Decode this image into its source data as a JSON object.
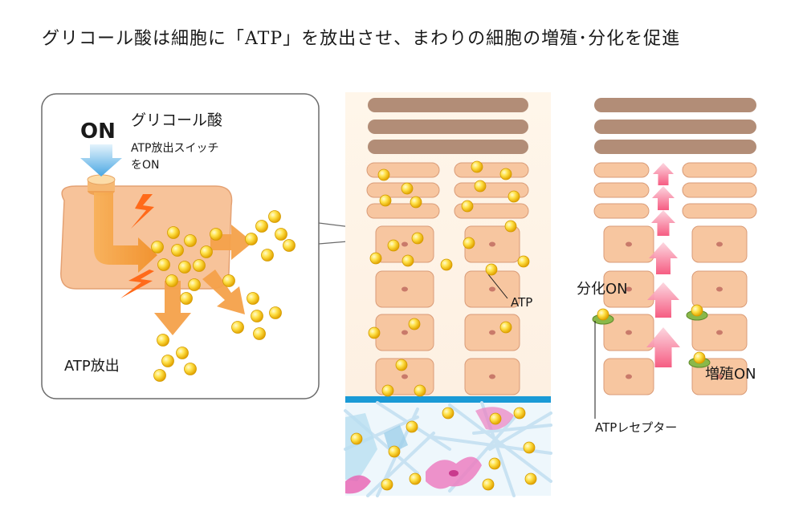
{
  "title": "グリコール酸は細胞に「ATP」を放出させ、まわりの細胞の増殖･分化を促進",
  "panel1": {
    "on_label": "ON",
    "agent": "グリコール酸",
    "switch_line1": "ATP放出スイッチ",
    "switch_line2": "をON",
    "release_label": "ATP放出"
  },
  "panel2": {
    "atp_label": "ATP"
  },
  "panel3": {
    "diff_label": "分化ON",
    "prolif_label": "増殖ON",
    "receptor_label": "ATPレセプター"
  },
  "colors": {
    "cell": "#f7c6a0",
    "cell_stroke": "#d99b77",
    "band": "#b28d77",
    "atp": "#f2c200",
    "arrow_orange": "#f39a30",
    "arrow_pink": "#f46e8a",
    "basement": "#1a9ad6",
    "receptor": "#8ab84a"
  },
  "icons": [
    "down-arrow-icon",
    "lightning-icon"
  ]
}
